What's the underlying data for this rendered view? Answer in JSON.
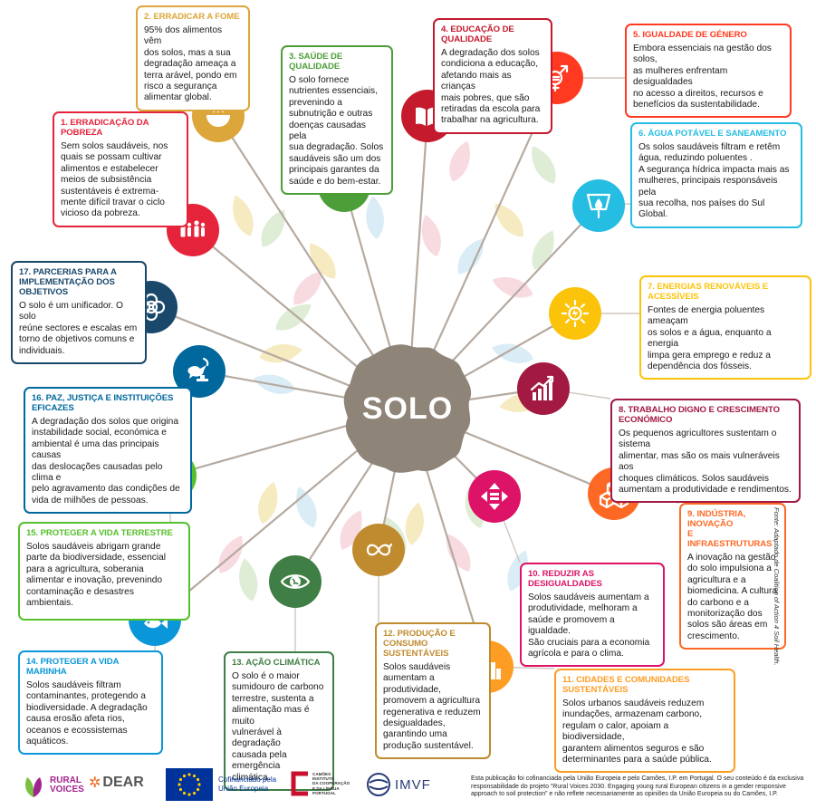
{
  "hub": {
    "label": "SOLO",
    "color": "#8f8478"
  },
  "goals": [
    {
      "id": 1,
      "color": "#e5243b",
      "icon": "people-family-icon",
      "title": "1. ERRADICAÇÃO DA POBREZA",
      "text": "Sem solos saudáveis, nos\nquais se possam cultivar\nalimentos e estabelecer\nmeios de subsistência\nsustentáveis é extrema-\nmente difícil travar o ciclo\nvicioso da pobreza."
    },
    {
      "id": 2,
      "color": "#dda63a",
      "icon": "food-bowl-icon",
      "title": "2. ERRADICAR A FOME",
      "text": "95% dos alimentos vêm\ndos solos, mas a sua\ndegradação ameaça a\nterra arável, pondo em\nrisco a segurança\nalimentar global."
    },
    {
      "id": 3,
      "color": "#4c9f38",
      "icon": "heartbeat-icon",
      "title": "3. SAÚDE DE QUALIDADE",
      "text": "O solo fornece\nnutrientes essenciais,\nprevenindo a\nsubnutrição e outras\ndoenças causadas pela\nsua degradação. Solos\nsaudáveis são um dos\nprincipais garantes da\nsaúde e do bem-estar."
    },
    {
      "id": 4,
      "color": "#c5192d",
      "icon": "book-pencil-icon",
      "title": "4. EDUCAÇÃO DE QUALIDADE",
      "text": "A degradação dos solos\ncondiciona a educação,\nafetando mais as crianças\nmais pobres, que são\nretiradas da escola para\ntrabalhar na agricultura."
    },
    {
      "id": 5,
      "color": "#ff3a21",
      "icon": "gender-equality-icon",
      "title": "5. IGUALDADE DE GÉNERO",
      "text": "Embora essenciais na gestão dos solos,\nas mulheres enfrentam desigualdades\nno acesso a direitos, recursos e\nbenefícios da sustentabilidade."
    },
    {
      "id": 6,
      "color": "#26bde2",
      "icon": "water-drop-icon",
      "title": "6. ÁGUA POTÁVEL E SANEAMENTO",
      "text": "Os solos saudáveis filtram e retêm\nágua, reduzindo poluentes .\nA segurança hídrica impacta mais as\nmulheres, principais responsáveis pela\nsua recolha, nos países do Sul Global."
    },
    {
      "id": 7,
      "color": "#fcc30b",
      "icon": "sun-energy-icon",
      "title": "7. ENERGIAS RENOVÁVEIS E ACESSÍVEIS",
      "text": "Fontes de energia poluentes ameaçam\nos solos  e a  água, enquanto a energia\nlimpa gera emprego e reduz a\ndependência dos fósseis."
    },
    {
      "id": 8,
      "color": "#a21942",
      "icon": "growth-chart-icon",
      "title": "8. TRABALHO DIGNO E CRESCIMENTO ECONÓMICO",
      "text": "Os pequenos agricultores sustentam o sistema\nalimentar, mas são os mais vulneráveis aos\nchoques climáticos. Solos saudáveis\naumentam a produtividade e rendimentos."
    },
    {
      "id": 9,
      "color": "#fd6925",
      "icon": "cubes-icon",
      "title": "9. INDÚSTRIA, INOVAÇÃO\nE INFRAESTRUTURAS",
      "text": "A inovação na gestão\ndo solo impulsiona a\nagricultura e a\nbiomedicina. A cultura\ndo carbono e a\nmonitorização dos\nsolos são áreas em\ncrescimento."
    },
    {
      "id": 10,
      "color": "#dd1367",
      "icon": "equality-arrows-icon",
      "title": "10. REDUZIR AS DESIGUALDADES",
      "text": "Solos saudáveis aumentam a\nprodutividade, melhoram a\nsaúde e promovem a igualdade.\nSão cruciais para a economia\nagrícola e para o clima."
    },
    {
      "id": 11,
      "color": "#fd9d24",
      "icon": "city-buildings-icon",
      "title": "11. CIDADES E COMUNIDADES SUSTENTÁVEIS",
      "text": "Solos urbanos saudáveis reduzem\ninundações, armazenam carbono,\nregulam o calor, apoiam a biodiversidade,\ngarantem alimentos seguros  e são\ndeterminantes para a saúde pública."
    },
    {
      "id": 12,
      "color": "#bf8b2e",
      "icon": "infinity-loop-icon",
      "title": "12. PRODUÇÃO E\nCONSUMO SUSTENTÁVEIS",
      "text": "Solos saudáveis\naumentam a\nprodutividade,\npromovem a agricultura\nregenerativa e reduzem\ndesigualdades,\ngarantindo uma\nprodução sustentável."
    },
    {
      "id": 13,
      "color": "#3f7e44",
      "icon": "eye-earth-icon",
      "title": "13. AÇÃO CLIMÁTICA",
      "text": "O solo é o maior\nsumidouro de carbono\nterrestre, sustenta a\nalimentação mas é muito\nvulnerável à degradação\ncausada pela emergência\nclimática."
    },
    {
      "id": 14,
      "color": "#0a97d9",
      "icon": "fish-wave-icon",
      "title": "14. PROTEGER A VIDA MARINHA",
      "text": "Solos saudáveis filtram\ncontaminantes, protegendo a\nbiodiversidade. A degradação\ncausa erosão afeta rios,\noceanos e ecossistemas\naquáticos."
    },
    {
      "id": 15,
      "color": "#56c02b",
      "icon": "tree-birds-icon",
      "title": "15. PROTEGER A VIDA TERRESTRE",
      "text": "Solos saudáveis abrigam grande\nparte da biodiversidade, essencial\npara a agricultura, soberania\nalimentar e inovação, prevenindo\ncontaminação e desastres\nambientais."
    },
    {
      "id": 16,
      "color": "#00689d",
      "icon": "dove-gavel-icon",
      "title": "16. PAZ, JUSTIÇA E INSTITUIÇÕES EFICAZES",
      "text": "A degradação dos solos que origina\ninstabilidade social, económica e\nambiental  é uma das principais causas\ndas deslocações causadas pelo clima e\npelo agravamento das condições de\nvida de milhões de pessoas."
    },
    {
      "id": 17,
      "color": "#19486a",
      "icon": "rings-partnership-icon",
      "title": "17. PARCERIAS PARA A\nIMPLEMENTAÇÃO DOS OBJETIVOS",
      "text": "O solo é um unificador. O solo\nreúne sectores e escalas em\ntorno de objetivos comuns e\nindividuais."
    }
  ],
  "source_note": "Fonte: Adaptado de Coalition of Action 4 Soil Health.",
  "footer": {
    "rural_voices": "RURAL\nVOICES",
    "dear": "DEAR",
    "eu_label": "Cofinanciado pela\nUnião Europeia",
    "camoes": "CAMÕES\nINSTITUTO\nDA COOPERAÇÃO\nE DA LÍNGUA\nPORTUGAL",
    "imvf": "IMVF",
    "disclaimer": "Esta publicação foi cofinanciada pela União Europeia e pelo Camões, I.P. em Portugal. O seu conteúdo é da exclusiva responsabilidade do projeto “Rural Voices 2030. Engaging young rural European citizens in a gender responsive approach to soil protection” e não reflete necessariamente as opiniões da União Europeia ou do Camões, I.P."
  }
}
